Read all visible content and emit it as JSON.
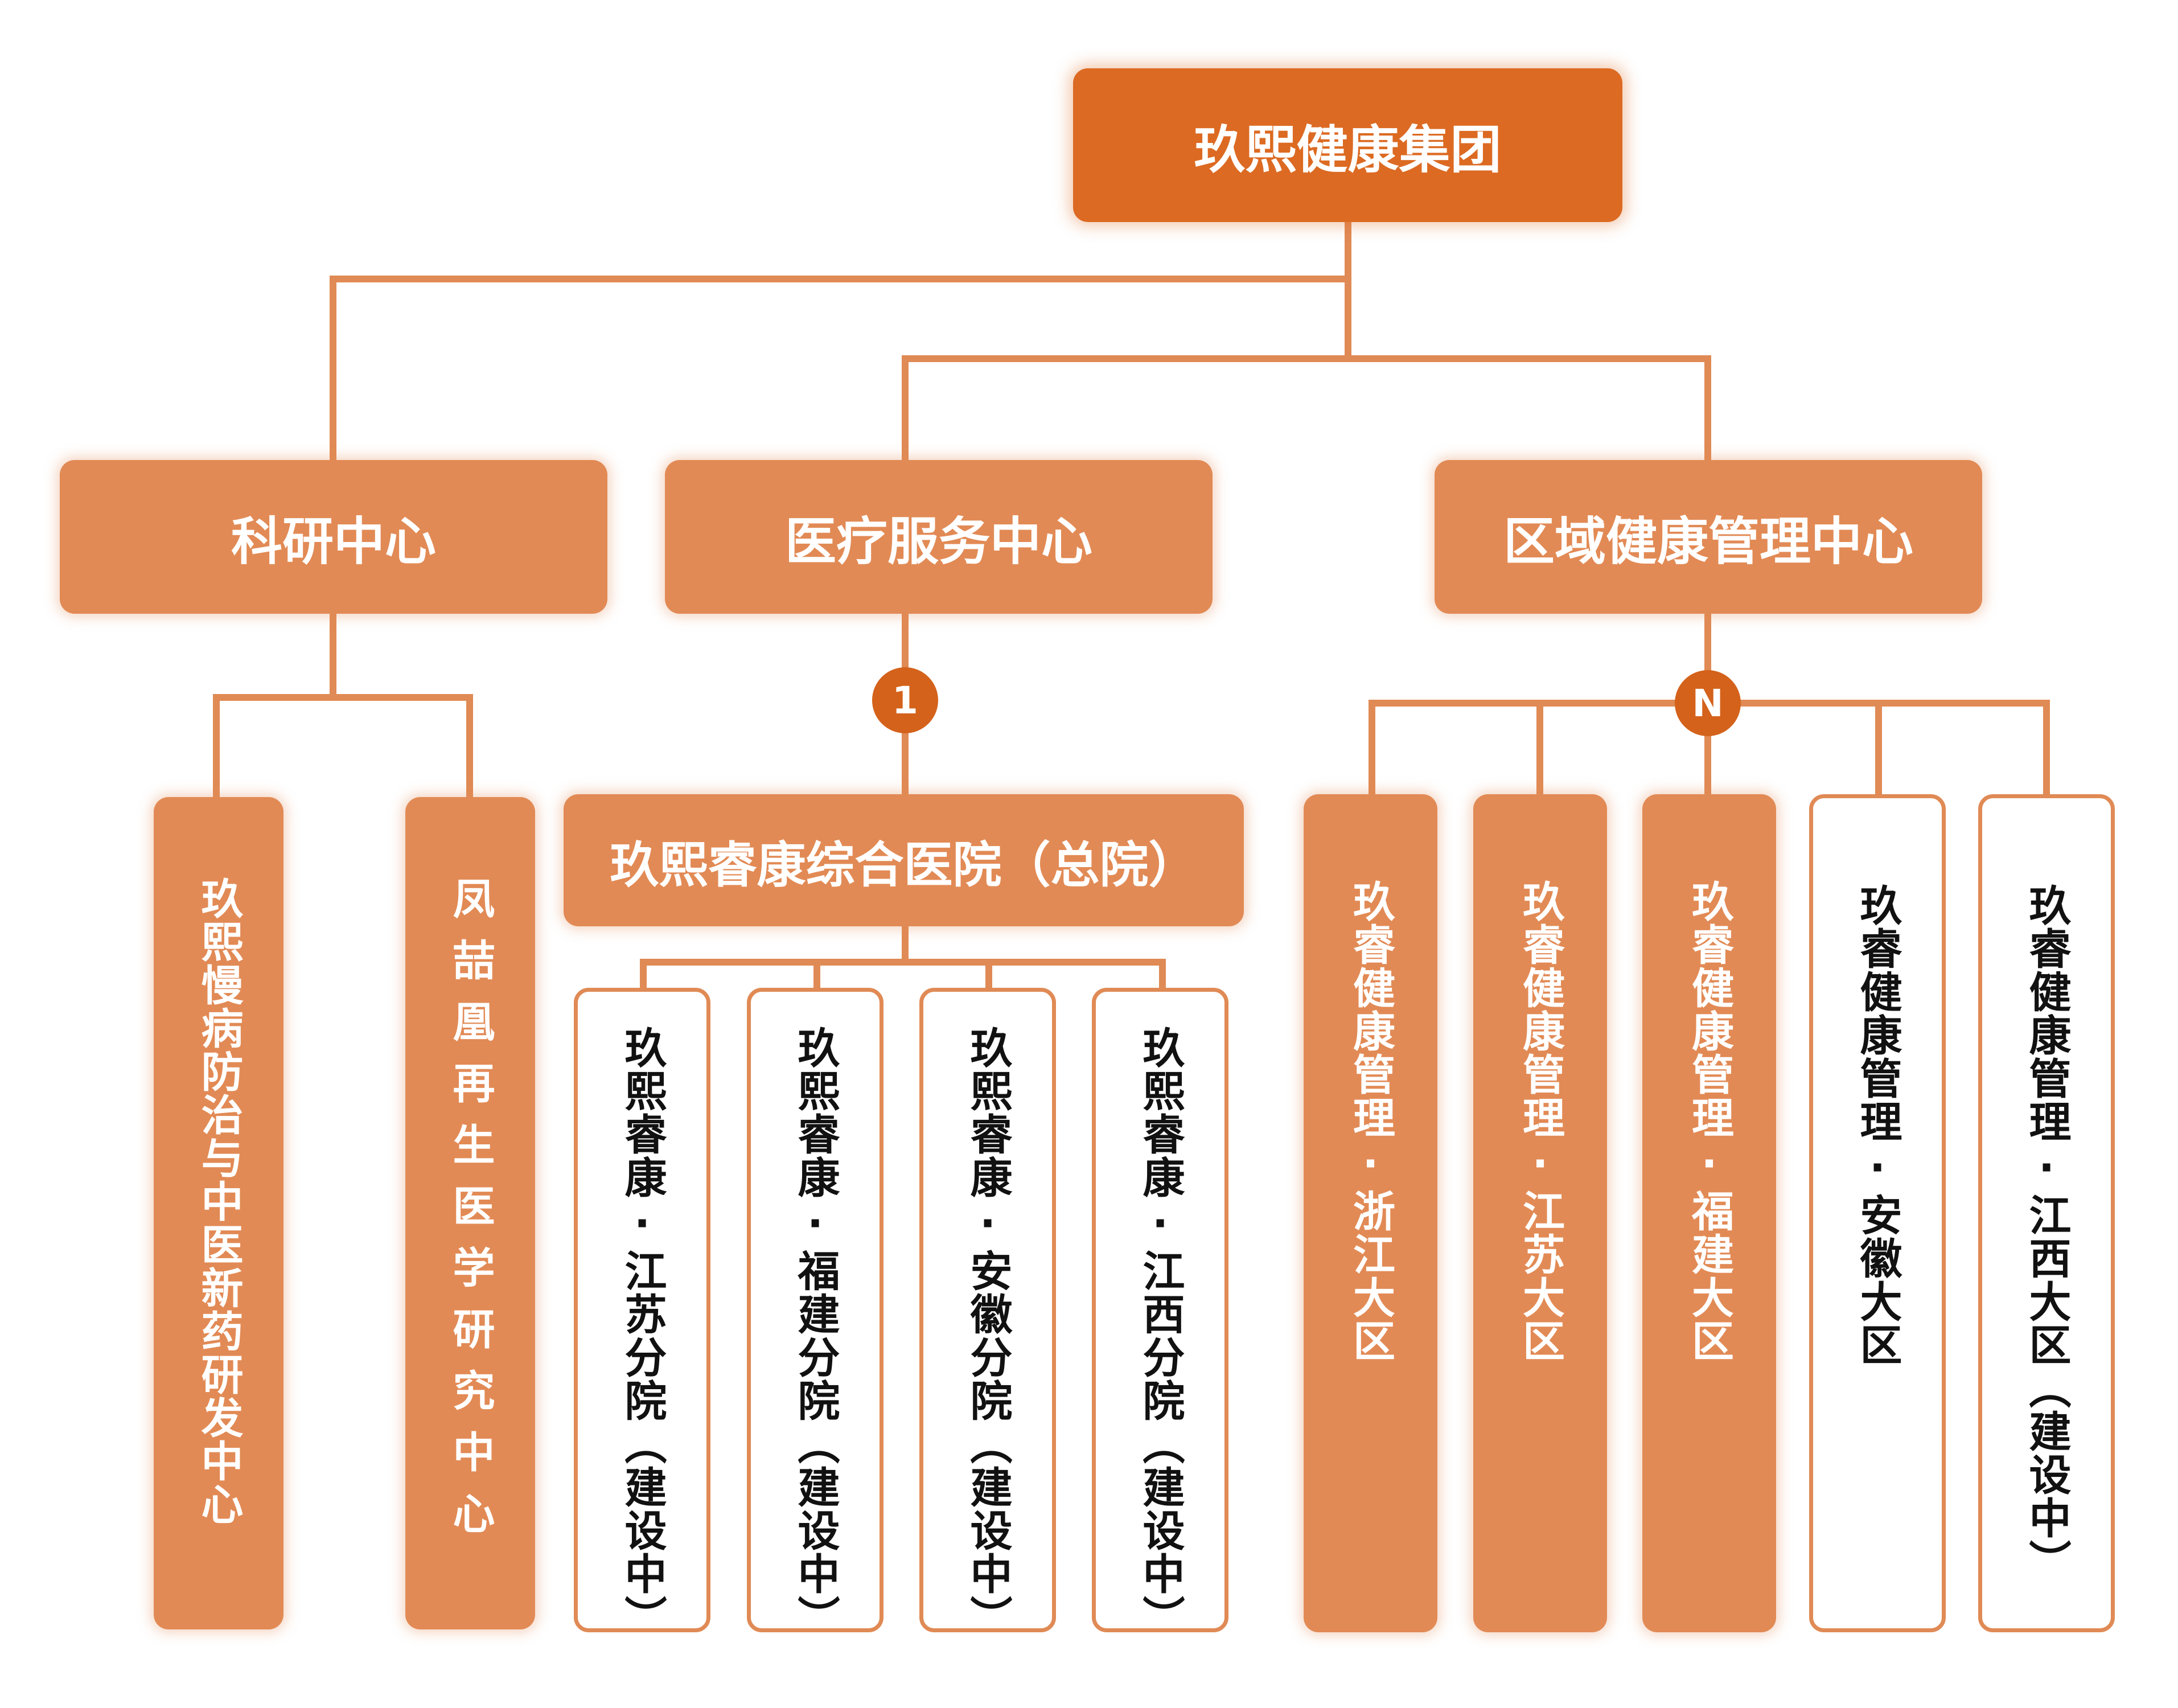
{
  "root": {
    "label": "玖熙健康集团"
  },
  "level1": {
    "research": "科研中心",
    "medical": "医疗服务中心",
    "regional": "区域健康管理中心"
  },
  "research_units": [
    "玖熙慢病防治与中医新药研发中心",
    "凤喆凰再生医学研究中心"
  ],
  "medical": {
    "badge": "1",
    "hospital": "玖熙睿康综合医院（总院）",
    "branches": [
      "玖熙睿康·江苏分院（建设中）",
      "玖熙睿康·福建分院（建设中）",
      "玖熙睿康·安徽分院（建设中）",
      "玖熙睿康·江西分院（建设中）"
    ]
  },
  "regional": {
    "badge": "N",
    "areas": [
      "玖睿健康管理·浙江大区",
      "玖睿健康管理·江苏大区",
      "玖睿健康管理·福建大区",
      "玖睿健康管理·安徽大区",
      "玖睿健康管理·江西大区（建设中）"
    ]
  },
  "colors": {
    "root": "#dc6a22",
    "box": "#e28a55",
    "line": "#e08a55",
    "badge": "#d4621b"
  }
}
